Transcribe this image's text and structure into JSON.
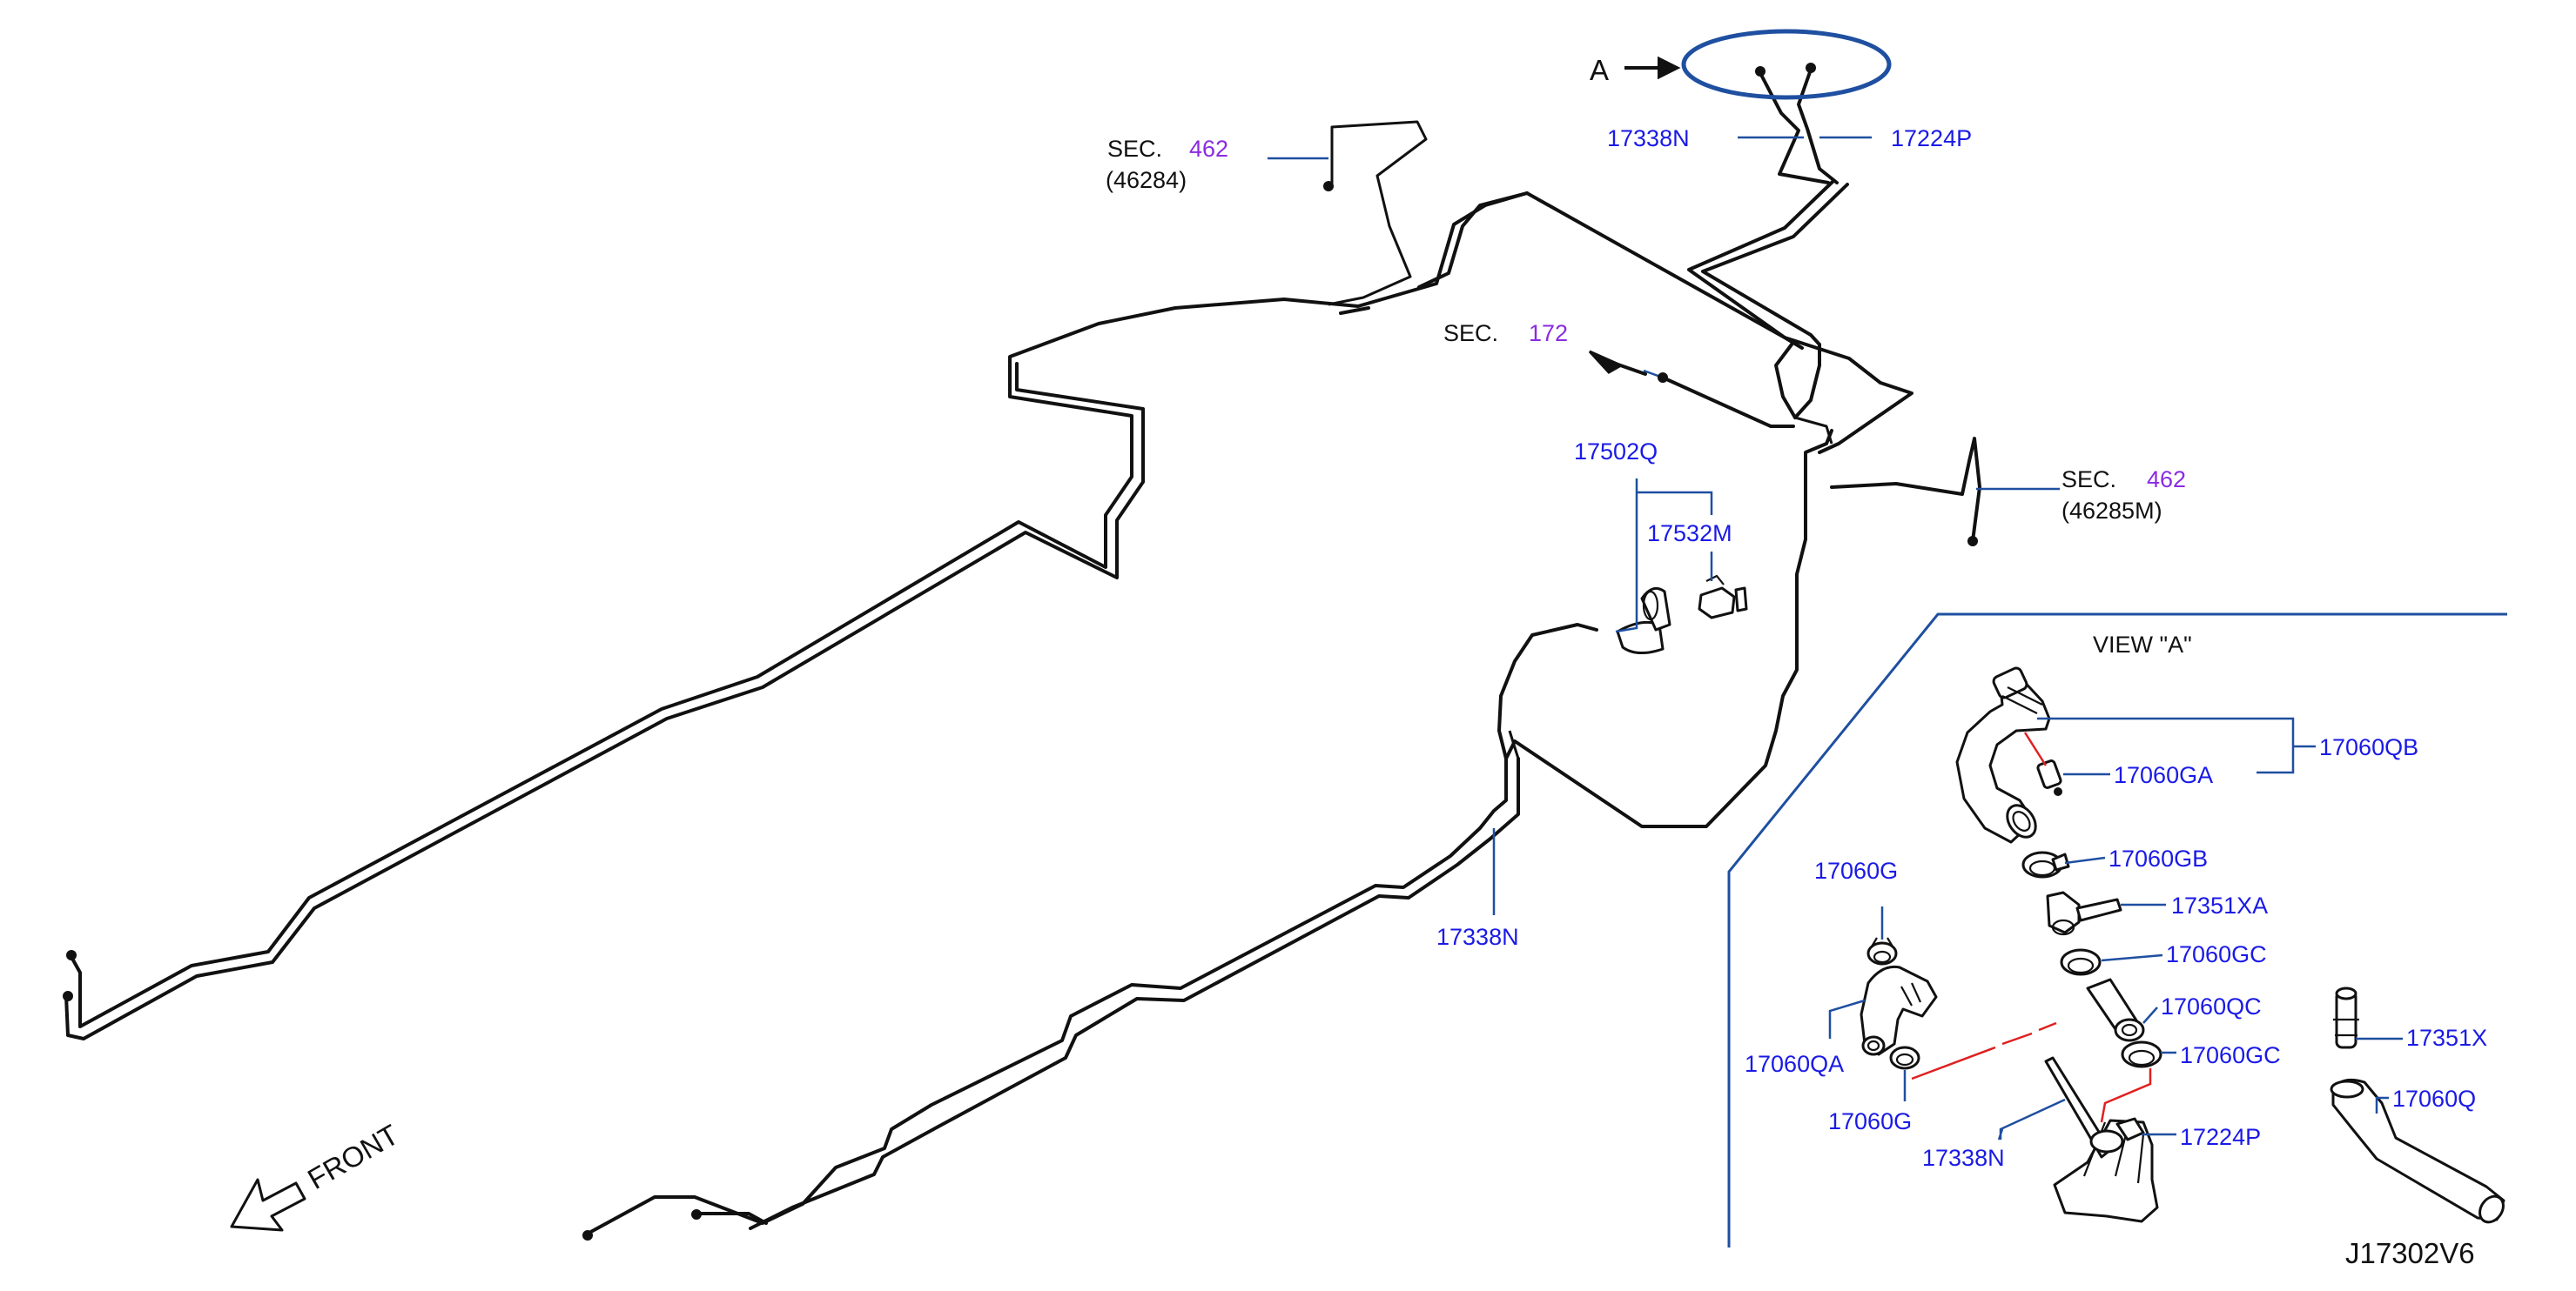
{
  "labels": {
    "view_arrow": "A",
    "view_title": "VIEW  \"A\"",
    "front": "FRONT",
    "diagram_id": "J17302V6",
    "sec_prefix": "SEC.",
    "sec_462_top": "462",
    "sec_462_top_ref": "(46284)",
    "sec_172": "172",
    "sec_462_right": "462",
    "sec_462_right_ref": "(46285M)",
    "p_17338N_top": "17338N",
    "p_17224P_top": "17224P",
    "p_17502Q": "17502Q",
    "p_17532M": "17532M",
    "p_17338N_main": "17338N",
    "p_17060QB": "17060QB",
    "p_17060GA": "17060GA",
    "p_17060GB": "17060GB",
    "p_17351XA": "17351XA",
    "p_17060GC_1": "17060GC",
    "p_17060QC": "17060QC",
    "p_17060GC_2": "17060GC",
    "p_17224P_view": "17224P",
    "p_17338N_view": "17338N",
    "p_17060G_top": "17060G",
    "p_17060QA": "17060QA",
    "p_17060G_bottom": "17060G",
    "p_17351X": "17351X",
    "p_17060Q": "17060Q"
  },
  "colors": {
    "part_number": "#1a1ae6",
    "section_number": "#8a2be2",
    "leader": "#1f4fa0",
    "highlight_ellipse": "#1f4fa0",
    "red_connector": "#e02020",
    "line": "#111111"
  }
}
